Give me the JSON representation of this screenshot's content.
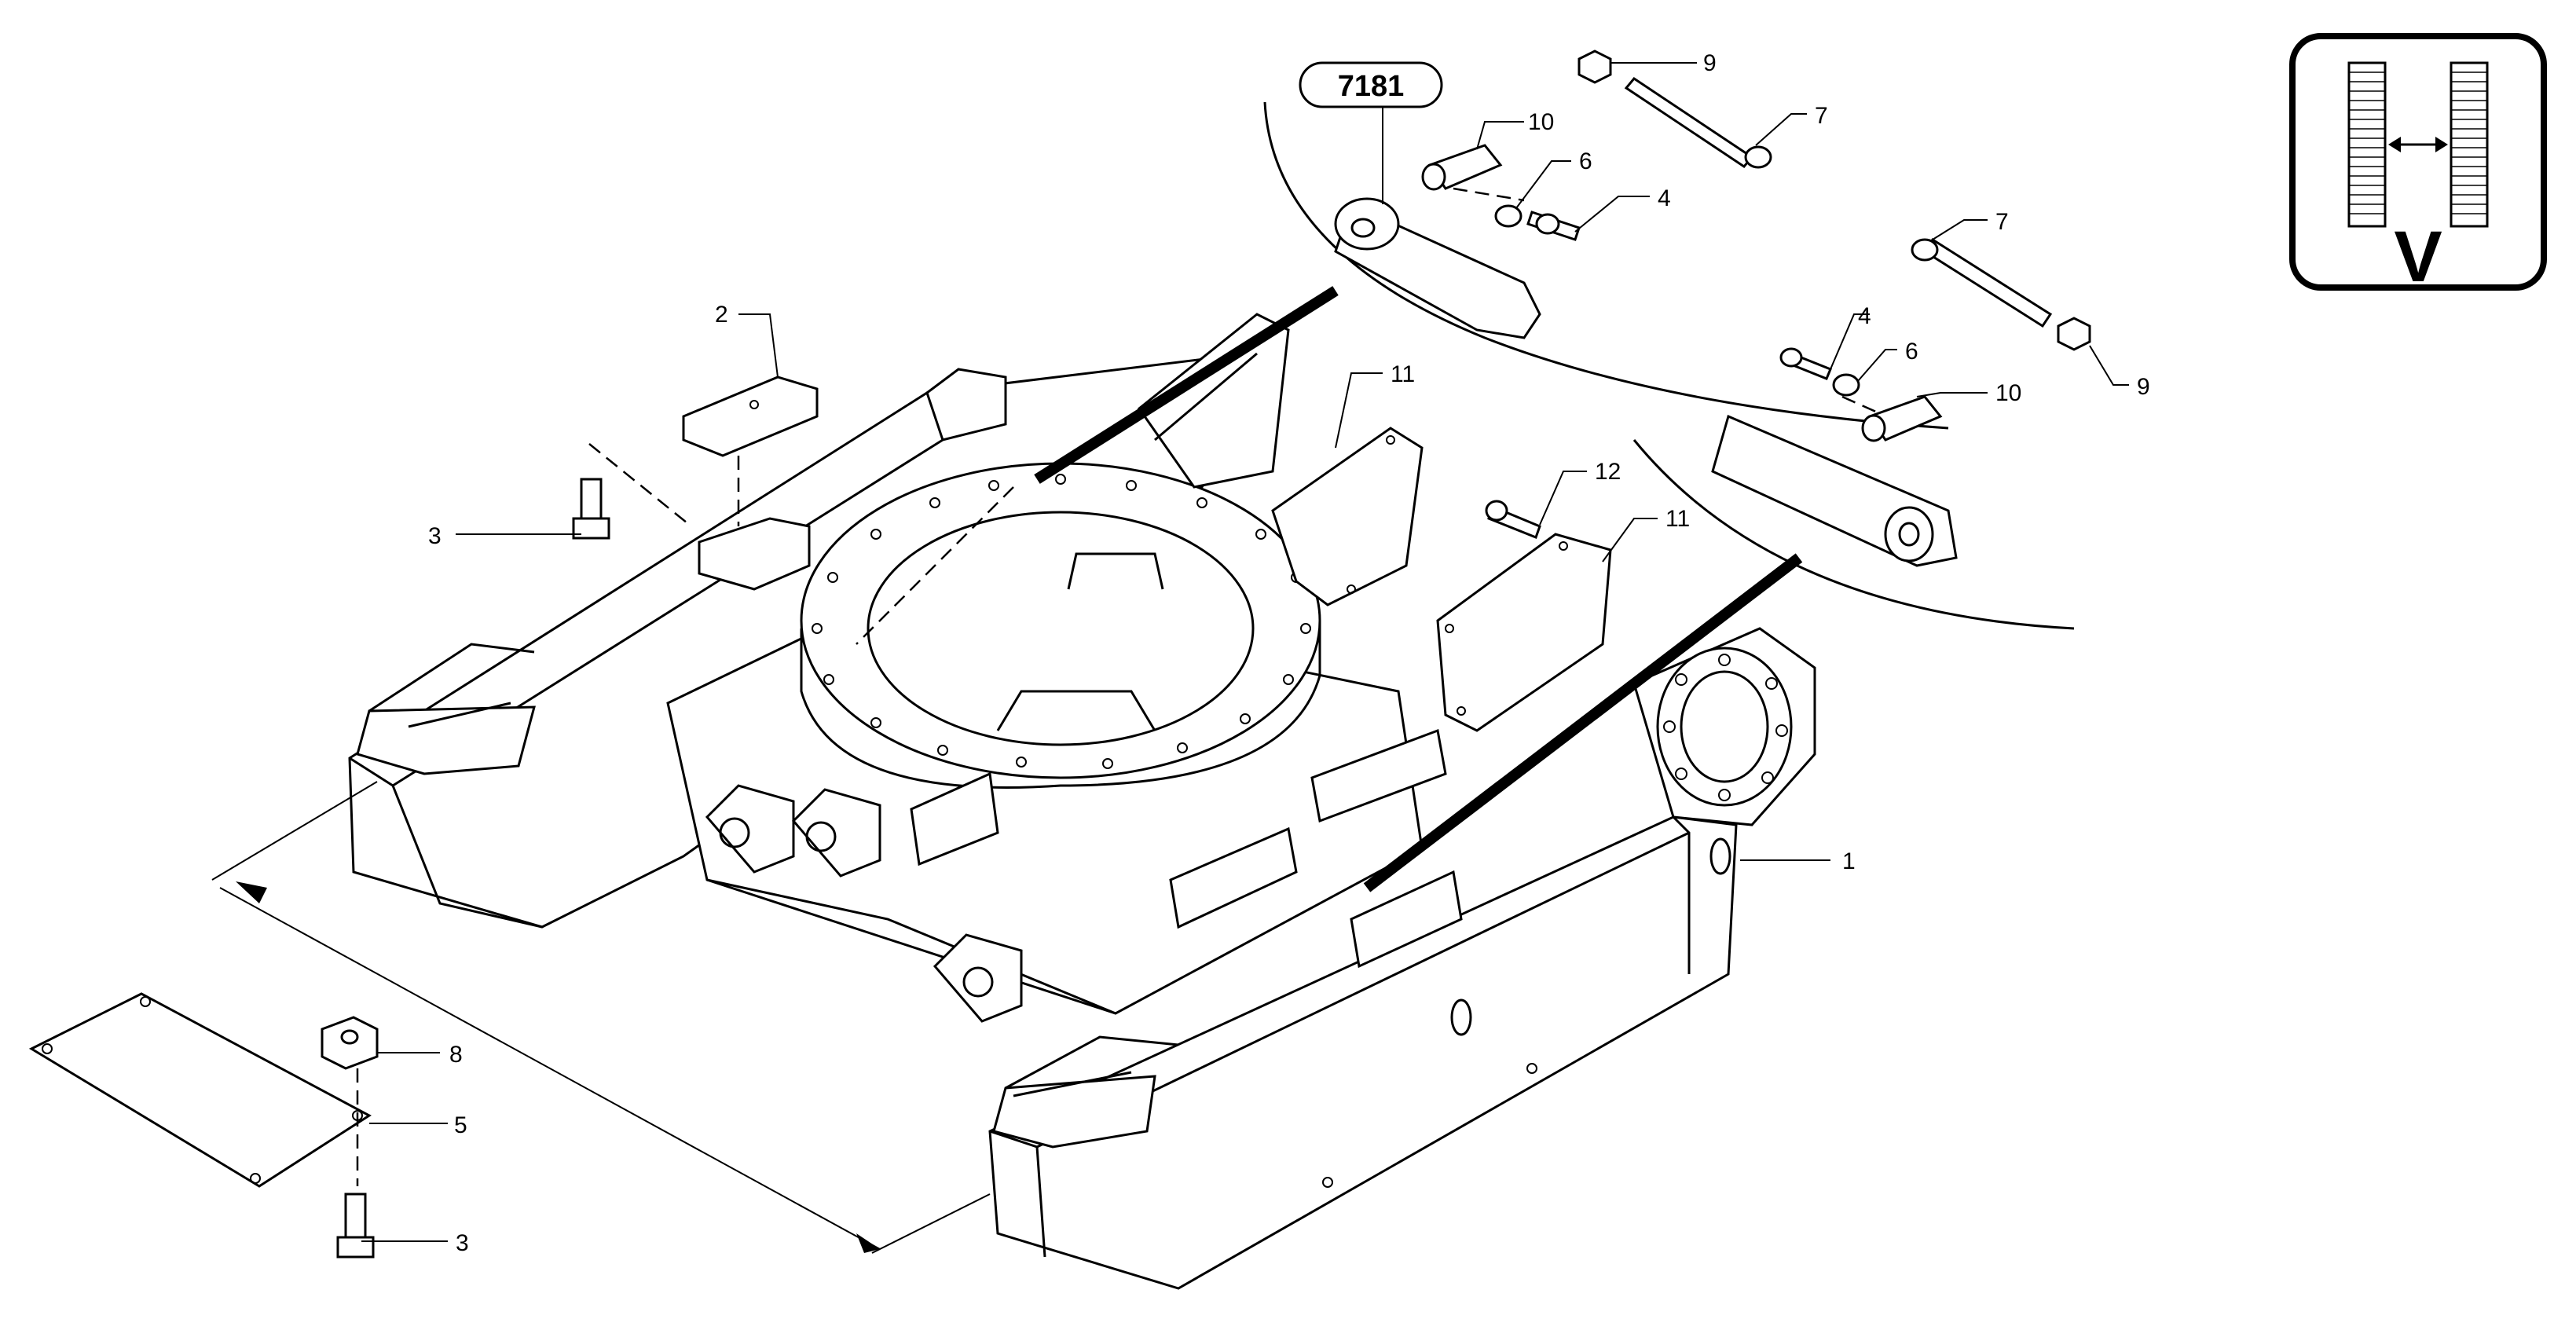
{
  "diagram": {
    "reference_badge": "7181",
    "view_symbol": {
      "letter": "V",
      "icon": "track-width-adjust-icon"
    },
    "callouts": [
      {
        "id": "c1",
        "label": "1"
      },
      {
        "id": "c2",
        "label": "2"
      },
      {
        "id": "c3a",
        "label": "3"
      },
      {
        "id": "c3b",
        "label": "3"
      },
      {
        "id": "c4a",
        "label": "4"
      },
      {
        "id": "c4b",
        "label": "4"
      },
      {
        "id": "c5",
        "label": "5"
      },
      {
        "id": "c6a",
        "label": "6"
      },
      {
        "id": "c6b",
        "label": "6"
      },
      {
        "id": "c7a",
        "label": "7"
      },
      {
        "id": "c7b",
        "label": "7"
      },
      {
        "id": "c8",
        "label": "8"
      },
      {
        "id": "c9a",
        "label": "9"
      },
      {
        "id": "c9b",
        "label": "9"
      },
      {
        "id": "c10a",
        "label": "10"
      },
      {
        "id": "c10b",
        "label": "10"
      },
      {
        "id": "c11a",
        "label": "11"
      },
      {
        "id": "c11b",
        "label": "11"
      },
      {
        "id": "c12",
        "label": "12"
      }
    ]
  }
}
